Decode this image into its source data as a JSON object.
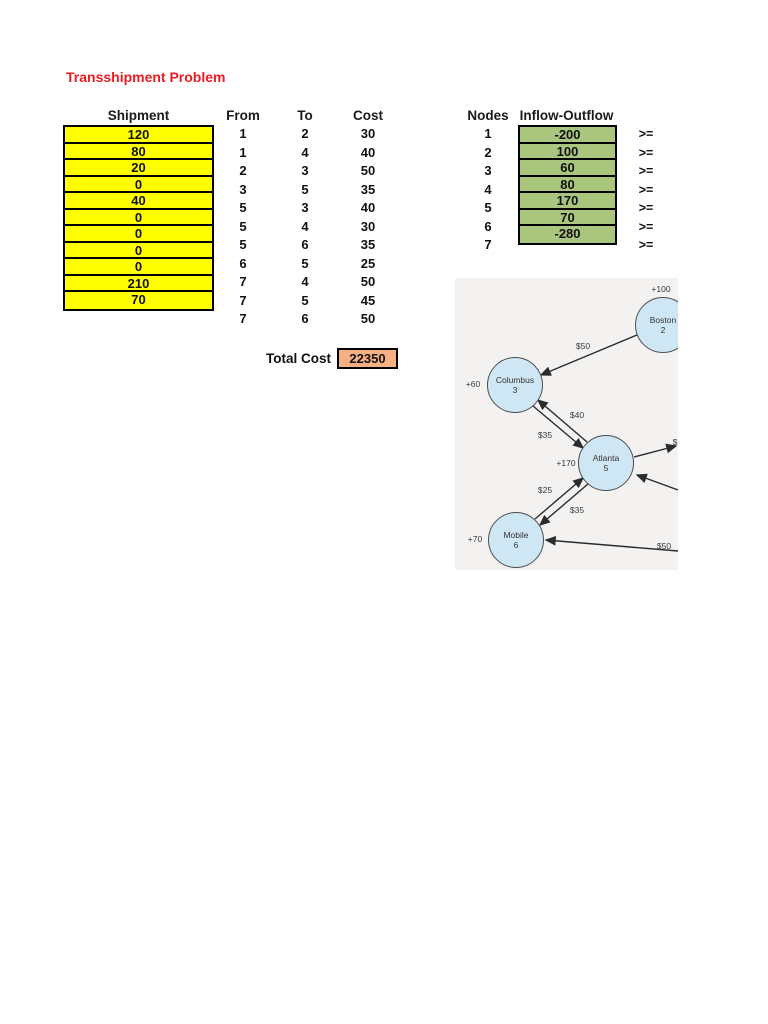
{
  "title": "Transshipment Problem",
  "shipment_table": {
    "headers": {
      "shipment": "Shipment",
      "from": "From",
      "to": "To",
      "cost": "Cost"
    },
    "rows": [
      {
        "shipment": "120",
        "from": "1",
        "to": "2",
        "cost": "30"
      },
      {
        "shipment": "80",
        "from": "1",
        "to": "4",
        "cost": "40"
      },
      {
        "shipment": "20",
        "from": "2",
        "to": "3",
        "cost": "50"
      },
      {
        "shipment": "0",
        "from": "3",
        "to": "5",
        "cost": "35"
      },
      {
        "shipment": "40",
        "from": "5",
        "to": "3",
        "cost": "40"
      },
      {
        "shipment": "0",
        "from": "5",
        "to": "4",
        "cost": "30"
      },
      {
        "shipment": "0",
        "from": "5",
        "to": "6",
        "cost": "35"
      },
      {
        "shipment": "0",
        "from": "6",
        "to": "5",
        "cost": "25"
      },
      {
        "shipment": "0",
        "from": "7",
        "to": "4",
        "cost": "50"
      },
      {
        "shipment": "210",
        "from": "7",
        "to": "5",
        "cost": "45"
      },
      {
        "shipment": "70",
        "from": "7",
        "to": "6",
        "cost": "50"
      }
    ]
  },
  "nodes_table": {
    "headers": {
      "nodes": "Nodes",
      "inflow_outflow": "Inflow-Outflow"
    },
    "rows": [
      {
        "node": "1",
        "value": "-200",
        "op": ">="
      },
      {
        "node": "2",
        "value": "100",
        "op": ">="
      },
      {
        "node": "3",
        "value": "60",
        "op": ">="
      },
      {
        "node": "4",
        "value": "80",
        "op": ">="
      },
      {
        "node": "5",
        "value": "170",
        "op": ">="
      },
      {
        "node": "6",
        "value": "70",
        "op": ">="
      },
      {
        "node": "7",
        "value": "-280",
        "op": ">="
      }
    ]
  },
  "total_cost": {
    "label": "Total Cost",
    "value": "22350"
  },
  "diagram": {
    "nodes": {
      "boston": {
        "name": "Boston",
        "number": "2",
        "supply": "+100"
      },
      "columbus": {
        "name": "Columbus",
        "number": "3",
        "supply": "+60"
      },
      "atlanta": {
        "name": "Atlanta",
        "number": "5",
        "supply": "+170"
      },
      "mobile": {
        "name": "Mobile",
        "number": "6",
        "supply": "+70"
      }
    },
    "edge_labels": {
      "boston_to_columbus": "$50",
      "atlanta_to_columbus": "$40",
      "columbus_to_atlanta": "$35",
      "mobile_to_atlanta": "$25",
      "atlanta_to_mobile": "$35",
      "right_to_mobile": "$50",
      "atlanta_out_partial": "$"
    }
  },
  "colors": {
    "title_red": "#ed1c24",
    "shipment_fill": "#ffff00",
    "inflow_fill": "#a9c57e",
    "total_fill": "#f5b183",
    "node_fill": "#cfe6f4"
  }
}
